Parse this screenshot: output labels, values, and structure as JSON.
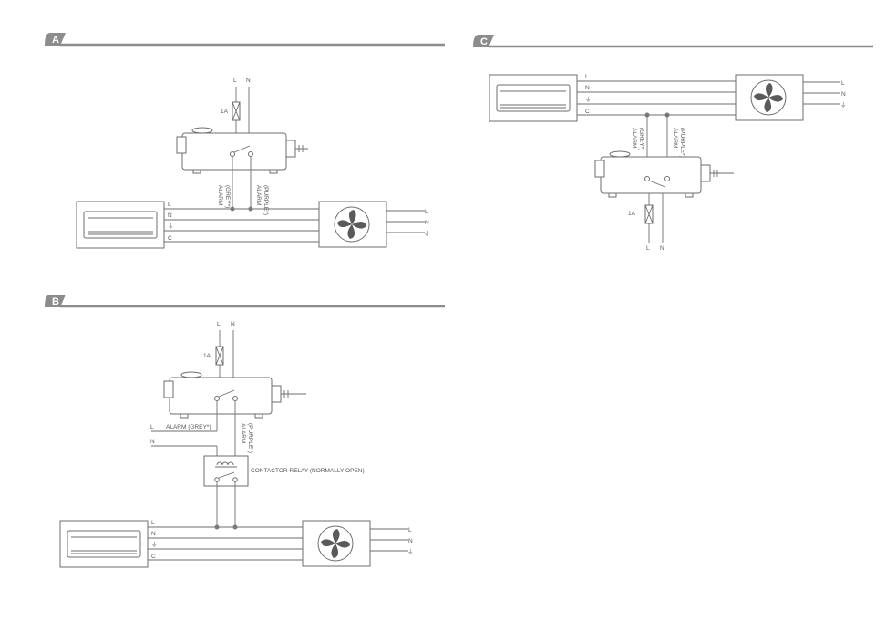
{
  "sections": {
    "a": {
      "letter": "A"
    },
    "b": {
      "letter": "B"
    },
    "c": {
      "letter": "C"
    }
  },
  "labels": {
    "l": "L",
    "n": "N",
    "c": "C",
    "fuse": "1A",
    "alarm": "ALARM",
    "grey": "(GREY*)",
    "purple": "(PURPLE*)",
    "alarm_grey": "ALARM (GREY*)",
    "contactor": "CONTACTOR RELAY (NORMALLY OPEN)",
    "earth_symbol": "⏚"
  },
  "colors": {
    "header": "#8c8c8c",
    "line": "#6e6e6e"
  }
}
